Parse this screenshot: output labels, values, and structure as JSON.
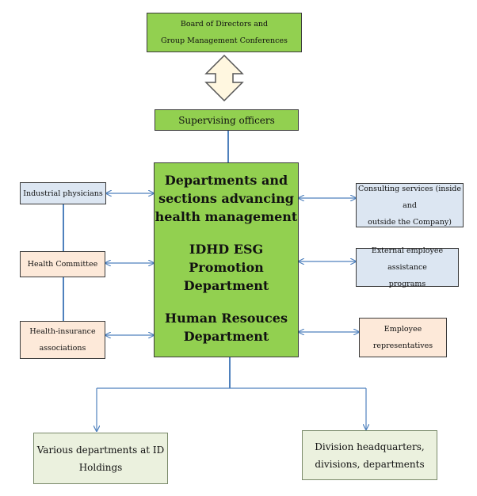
{
  "board": {
    "line1": "Board of Directors and",
    "line2": "Group Management Conferences"
  },
  "supervising": {
    "label": "Supervising officers"
  },
  "main": {
    "block1": [
      "Departments and",
      "sections advancing",
      "health management"
    ],
    "block2": [
      "IDHD ESG Promotion",
      "Department"
    ],
    "block3": [
      "Human Resouces",
      "Department"
    ]
  },
  "left": {
    "industrial": "Industrial physicians",
    "committee": "Health Committee",
    "insurance": [
      "Health-insurance",
      "associations"
    ]
  },
  "right": {
    "consulting": [
      "Consulting services (inside and",
      "outside the Company)"
    ],
    "external": [
      "External employee assistance",
      "programs"
    ],
    "employee": [
      "Employee",
      "representatives"
    ]
  },
  "bottom": {
    "left": [
      "Various departments at ID",
      "Holdings"
    ],
    "right": [
      "Division headquarters,",
      "divisions, departments"
    ]
  },
  "colors": {
    "green": "#92d050",
    "pale_green": "#ebf1de",
    "blue": "#dce6f2",
    "peach": "#fde9d9",
    "line": "#4f81bd"
  }
}
